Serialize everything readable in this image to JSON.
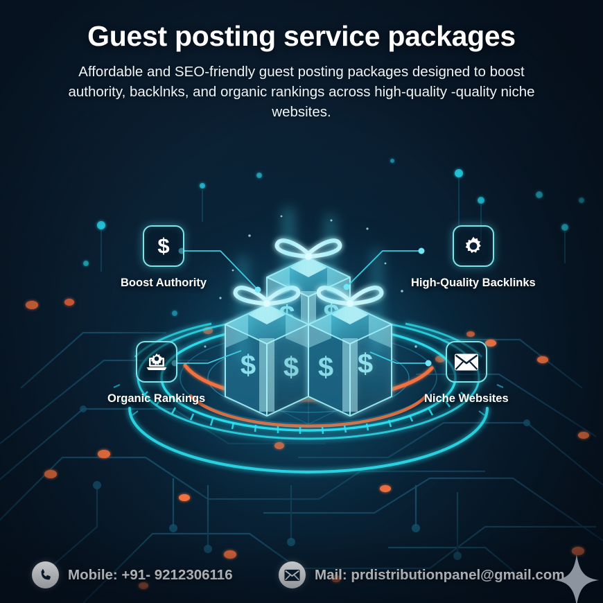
{
  "header": {
    "title": "Guest posting service packages",
    "subtitle": "Affordable and SEO-friendly guest posting packages designed to boost authority, backlnks, and organic rankings across high-quality -quality niche websites."
  },
  "features": [
    {
      "id": "boost",
      "label": "Boost Authority",
      "icon": "dollar-icon"
    },
    {
      "id": "backlinks",
      "label": "High-Quality Backlinks",
      "icon": "gear-icon"
    },
    {
      "id": "organic",
      "label": "Organic Rankings",
      "icon": "laptop-gear-icon"
    },
    {
      "id": "niche",
      "label": "Niche Websites",
      "icon": "envelope-icon"
    }
  ],
  "illustration": {
    "name": "holographic-gift-boxes",
    "box_count": 3,
    "currency_symbol": "$",
    "platform": "hud-rings"
  },
  "footer": {
    "mobile_label": "Mobile: +91- 9212306116",
    "mail_label": "Mail: prdistributionpanel@gmail.com",
    "phone_icon": "phone-icon",
    "mail_icon": "envelope-icon",
    "sparkle_icon": "sparkle-icon"
  },
  "colors": {
    "background_dark": "#071421",
    "background_mid": "#0d2235",
    "accent_cyan": "#2fe3f2",
    "accent_teal": "#7fe3e8",
    "accent_orange": "#f2713f",
    "text_primary": "#ffffff",
    "hologram": "#9beef6"
  }
}
